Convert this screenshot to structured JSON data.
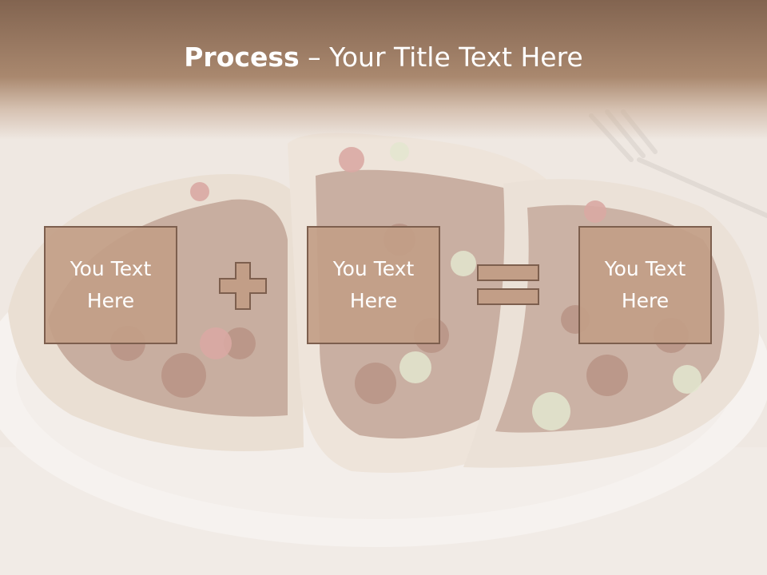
{
  "slide": {
    "title_bold": "Process",
    "title_dash": " – ",
    "title_rest": "Your Title Text Here"
  },
  "boxes": [
    {
      "line1": "You Text",
      "line2": "Here"
    },
    {
      "line1": "You Text",
      "line2": "Here"
    },
    {
      "line1": "You Text",
      "line2": "Here"
    }
  ],
  "operators": {
    "first": "plus-icon",
    "second": "equals-icon"
  },
  "colors": {
    "band_top": "#82644f",
    "box_fill": "#c29e87",
    "box_border": "#7d5f4e",
    "title_text": "#ffffff"
  }
}
